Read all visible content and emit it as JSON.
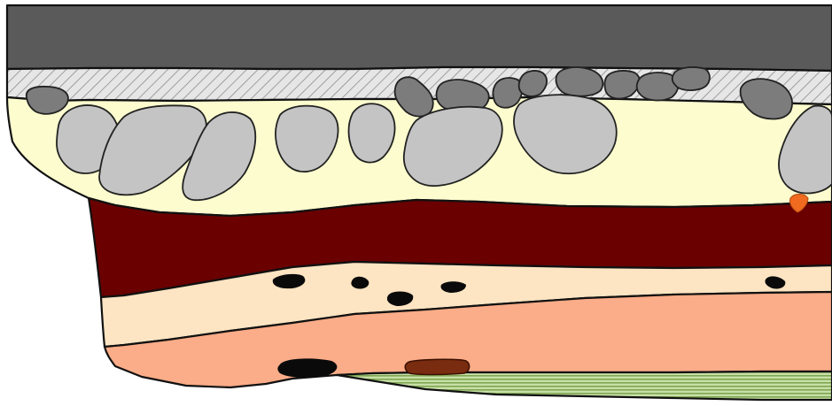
{
  "diagram": {
    "kind": "stratigraphic-section",
    "layers": [
      {
        "id": "asphalt",
        "name": "asphalt-layer",
        "color": "#5a5a5a"
      },
      {
        "id": "hatched-bedding",
        "name": "hatched-bedding-layer",
        "color": "#e2e2e2",
        "pattern": "diagonal-hatch"
      },
      {
        "id": "yellow-fill",
        "name": "pale-yellow-layer",
        "color": "#fcfcce"
      },
      {
        "id": "dark-red",
        "name": "dark-red-layer",
        "color": "#6a0000"
      },
      {
        "id": "cream",
        "name": "cream-layer",
        "color": "#fde4c2"
      },
      {
        "id": "salmon",
        "name": "salmon-layer",
        "color": "#fbac88"
      },
      {
        "id": "green-base",
        "name": "green-striped-base",
        "color": "#b7d38f",
        "pattern": "horizontal-stripes"
      }
    ],
    "inclusions": {
      "cobbles_dark": "#7c7c7c",
      "cobbles_light": "#c4c4c4",
      "charcoal": "#0a0a0a",
      "brick": "#7a2c10",
      "orange_fragment": "#f06a20"
    }
  }
}
